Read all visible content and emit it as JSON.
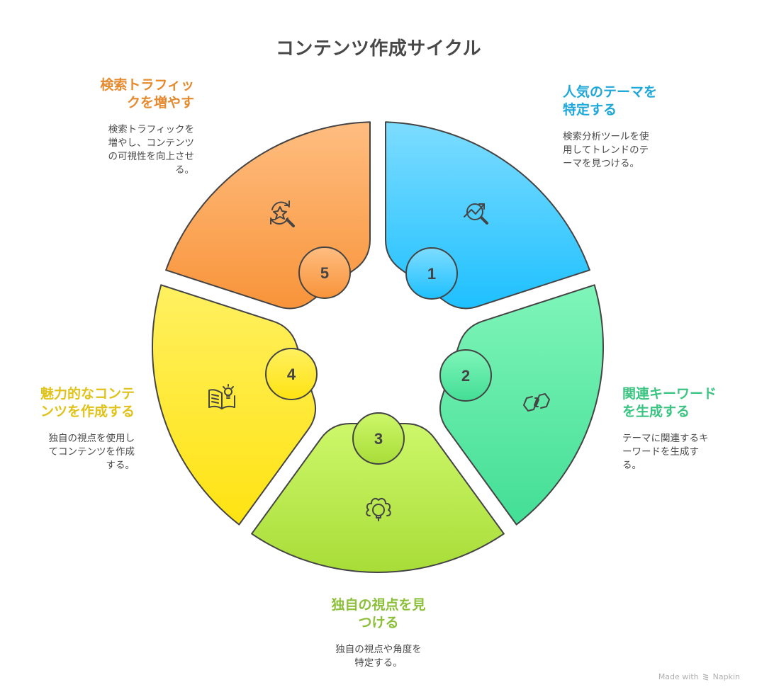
{
  "title": "コンテンツ作成サイクル",
  "footer": {
    "made_with": "Made with",
    "brand": "Napkin"
  },
  "stroke_color": "#444444",
  "steps": [
    {
      "number": "1",
      "heading": "人気のテーマを特定する",
      "heading_lines": [
        "人気のテーマを",
        "特定する"
      ],
      "description_lines": [
        "検索分析ツールを使",
        "用してトレンドのテ",
        "ーマを見つける。"
      ],
      "description": "検索分析ツールを使用してトレンドのテーマを見つける。",
      "icon": "trend-search-icon",
      "heading_color": "#1ea7d9",
      "fill_top": "#7ddcff",
      "fill_bottom": "#1ec0ff"
    },
    {
      "number": "2",
      "heading": "関連キーワードを生成する",
      "heading_lines": [
        "関連キーワード",
        "を生成する"
      ],
      "description_lines": [
        "テーマに関連するキ",
        "ーワードを生成す",
        "る。"
      ],
      "description": "テーマに関連するキーワードを生成する。",
      "icon": "link-exchange-icon",
      "heading_color": "#3cc483",
      "fill_top": "#7ff5b9",
      "fill_bottom": "#43de96"
    },
    {
      "number": "3",
      "heading": "独自の視点を見つける",
      "heading_lines": [
        "独自の視点を見",
        "つける"
      ],
      "description_lines": [
        "独自の視点や角度を",
        "特定する。"
      ],
      "description": "独自の視点や角度を特定する。",
      "icon": "gear-lightbulb-icon",
      "heading_color": "#8cbf3a",
      "fill_top": "#cdf76a",
      "fill_bottom": "#a8dd38"
    },
    {
      "number": "4",
      "heading": "魅力的なコンテンツを作成する",
      "heading_lines": [
        "魅力的なコンテ",
        "ンツを作成する"
      ],
      "description_lines": [
        "独自の視点を使用し",
        "てコンテンツを作成",
        "する。"
      ],
      "description": "独自の視点を使用してコンテンツを作成する。",
      "icon": "book-lightbulb-icon",
      "heading_color": "#e0c21a",
      "fill_top": "#fff060",
      "fill_bottom": "#ffe312"
    },
    {
      "number": "5",
      "heading": "検索トラフィックを増やす",
      "heading_lines": [
        "検索トラフィッ",
        "クを増やす"
      ],
      "description_lines": [
        "検索トラフィックを",
        "増やし、コンテンツ",
        "の可視性を向上させ",
        "る。"
      ],
      "description": "検索トラフィックを増やし、コンテンツの可視性を向上させる。",
      "icon": "star-search-refresh-icon",
      "heading_color": "#e58a2e",
      "fill_top": "#ffbd80",
      "fill_bottom": "#f8943a"
    }
  ]
}
